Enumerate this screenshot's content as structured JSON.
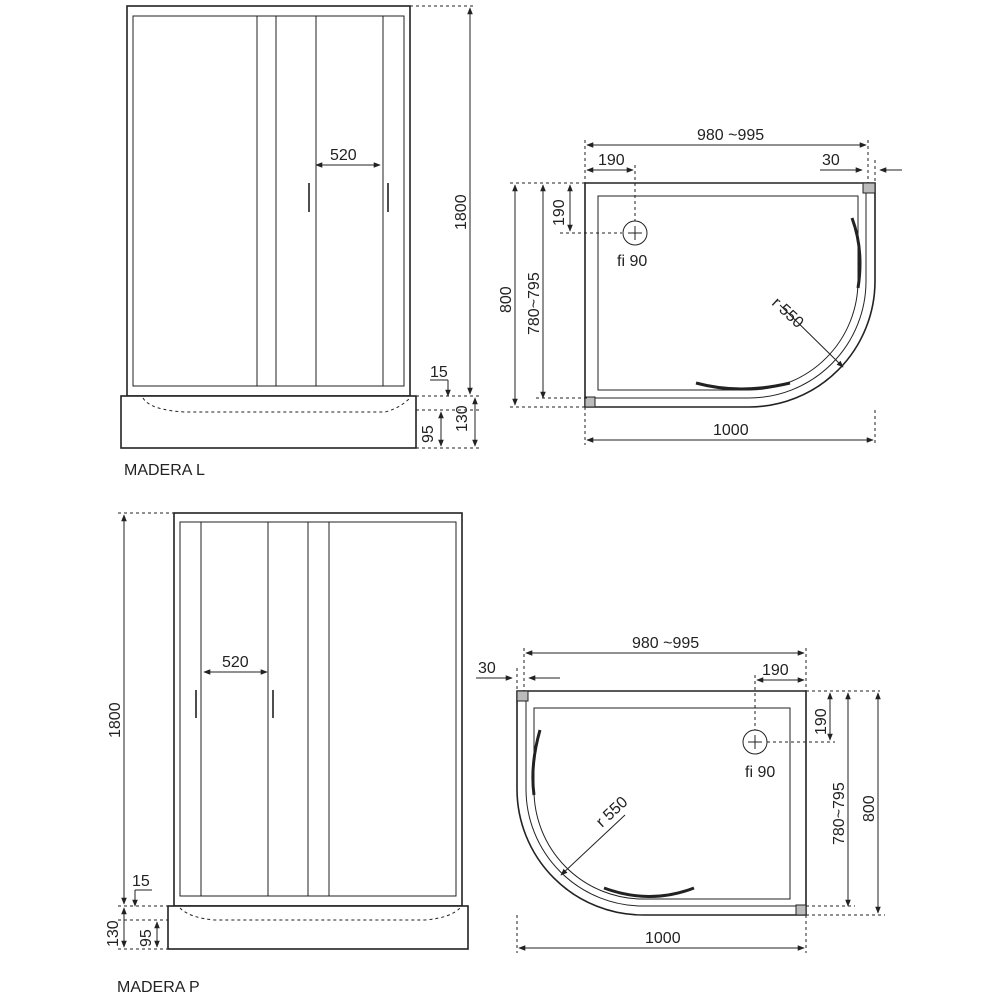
{
  "models": {
    "left": {
      "label": "MADERA L",
      "height": "1800",
      "door_opening": "520",
      "frame_gap": "15",
      "tray_height": "130",
      "tray_inner": "95",
      "width_range": "980 ~995",
      "drain_offset_x": "190",
      "drain_offset_y": "190",
      "wall_gap": "30",
      "depth": "800",
      "depth_range": "780~795",
      "drain_diameter": "fi 90",
      "radius": "r 550",
      "width": "1000"
    },
    "right": {
      "label": "MADERA P",
      "height": "1800",
      "door_opening": "520",
      "frame_gap": "15",
      "tray_height": "130",
      "tray_inner": "95",
      "width_range": "980 ~995",
      "drain_offset_x": "190",
      "drain_offset_y": "190",
      "wall_gap": "30",
      "depth": "800",
      "depth_range": "780~795",
      "drain_diameter": "fi 90",
      "radius": "r 550",
      "width": "1000"
    }
  }
}
